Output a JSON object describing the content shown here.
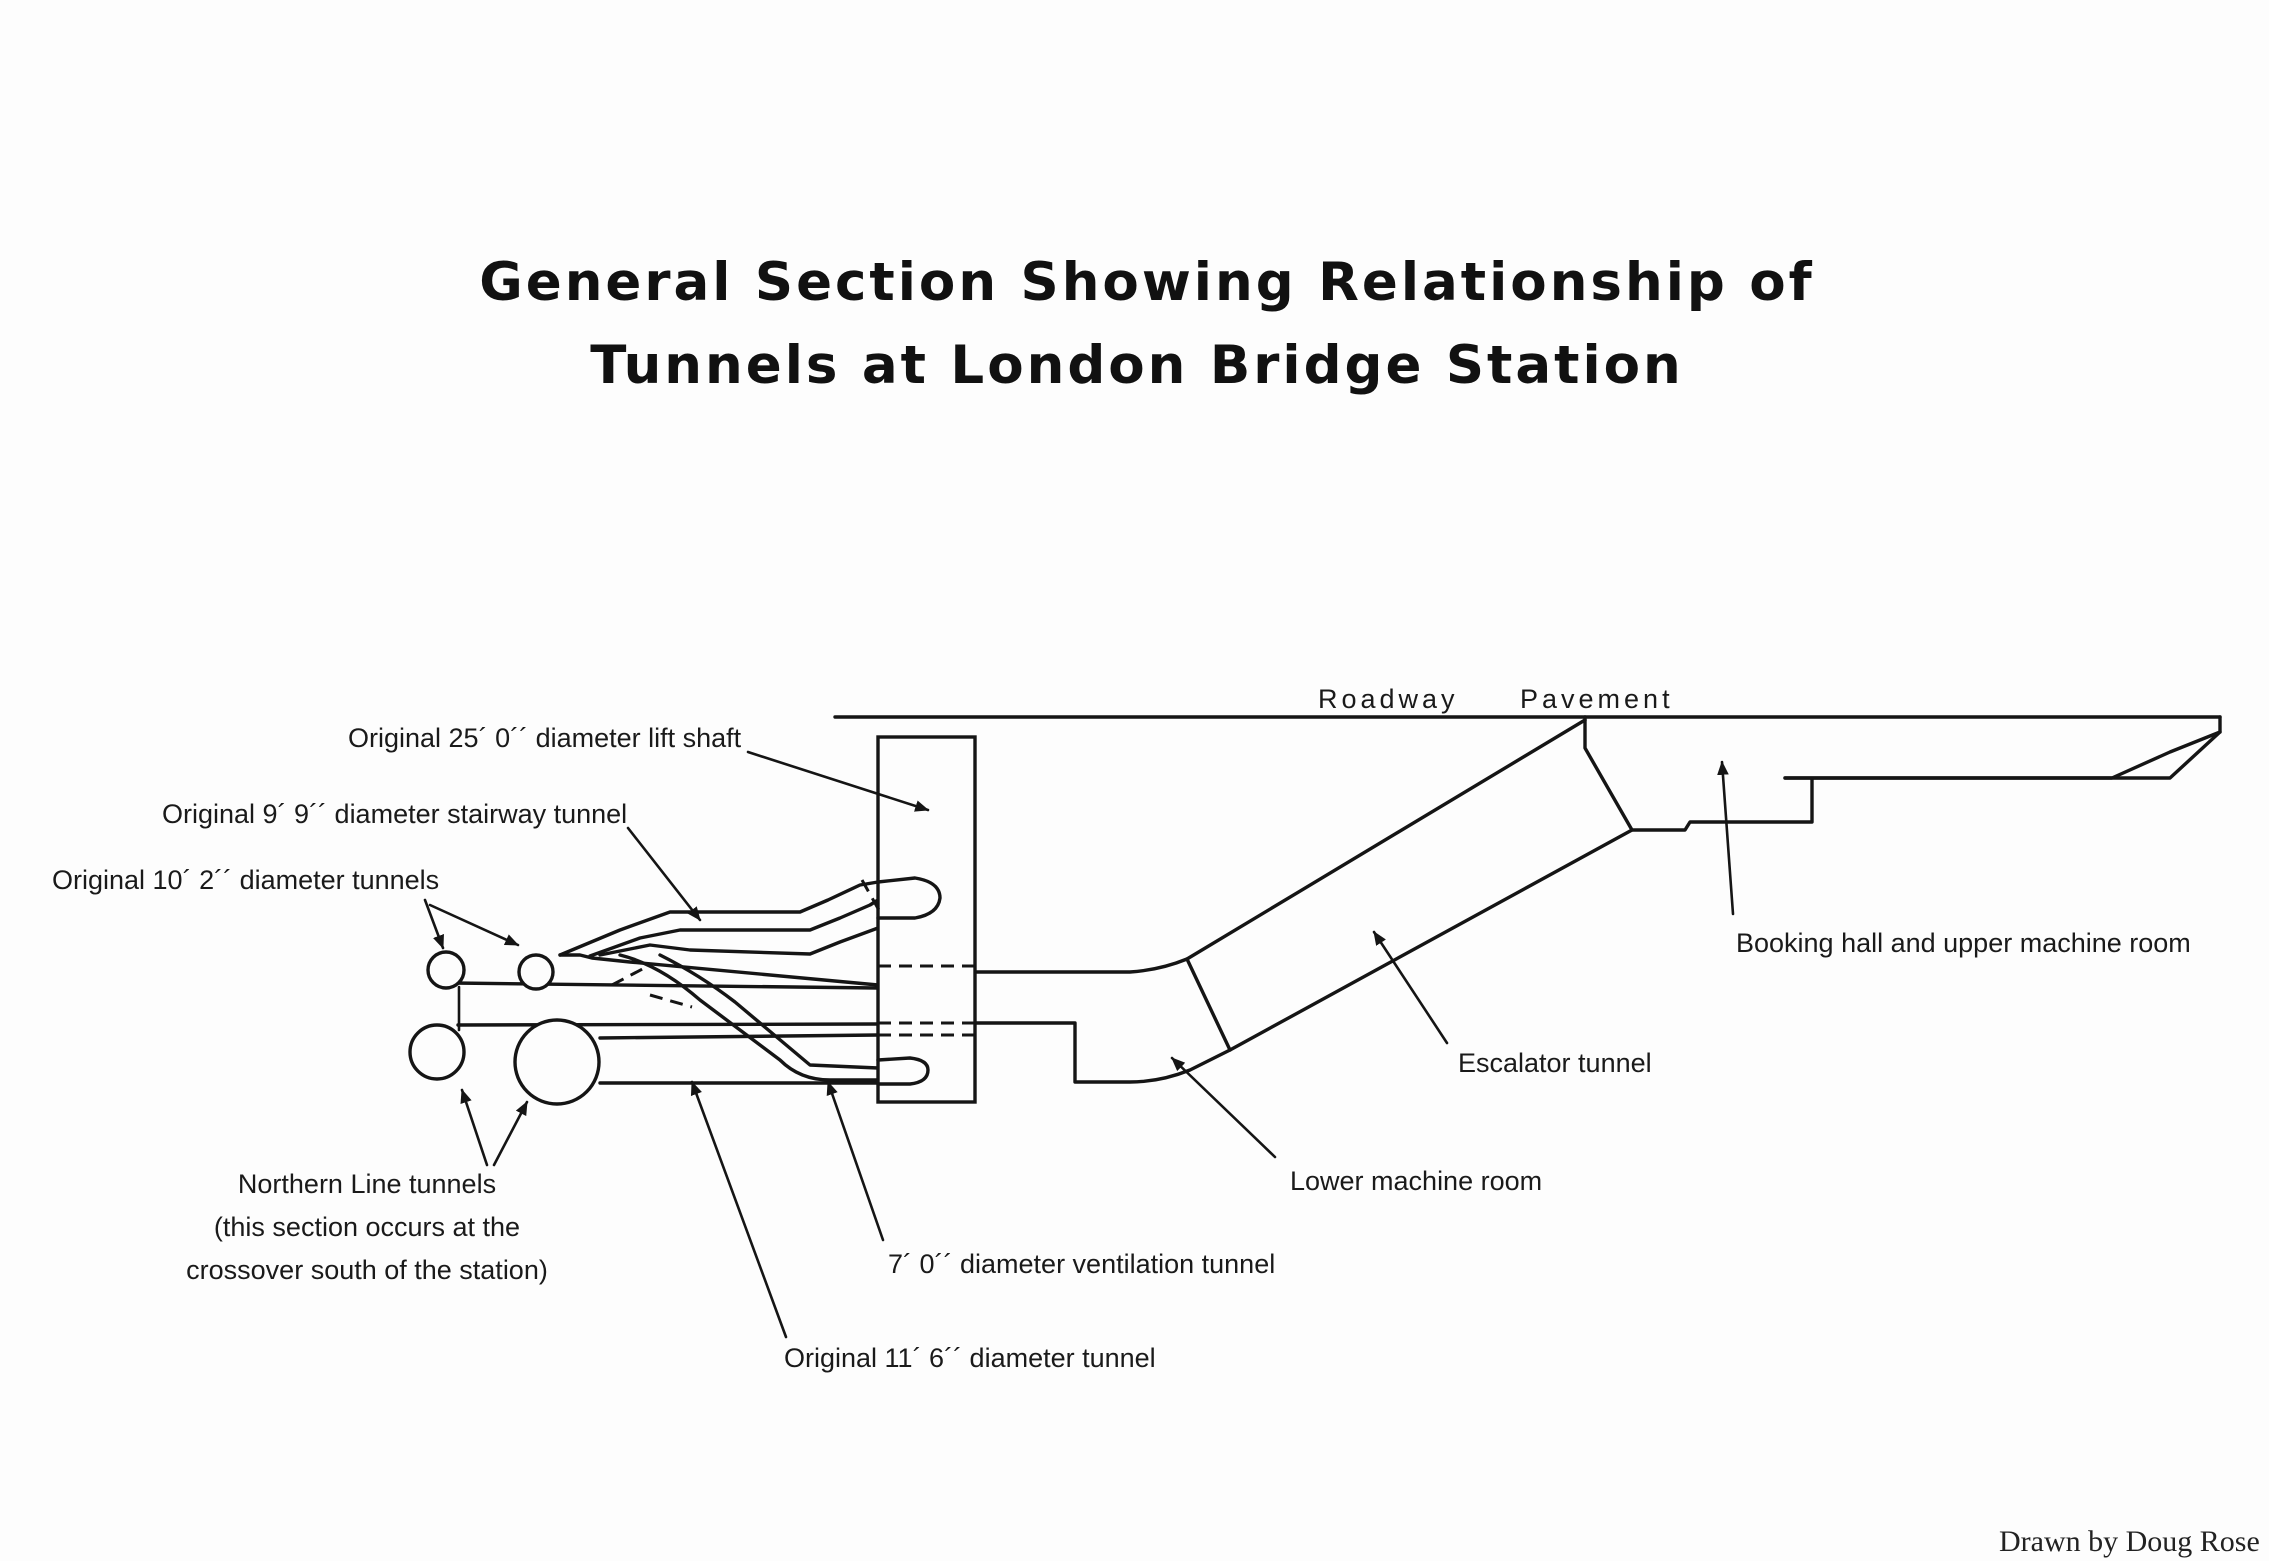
{
  "title": {
    "line1": "General Section Showing Relationship of",
    "line2": "Tunnels at London Bridge Station"
  },
  "labels": {
    "roadway": "Roadway",
    "pavement": "Pavement",
    "lift_shaft": "Original 25´ 0´´ diameter lift shaft",
    "stairway_tunnel": "Original 9´ 9´´ diameter stairway tunnel",
    "tunnels_10_2": "Original 10´ 2´´ diameter tunnels",
    "northern_line_1": "Northern Line tunnels",
    "northern_line_2": "(this section occurs at the",
    "northern_line_3": "crossover south of the station)",
    "ventilation_tunnel": "7´ 0´´ diameter ventilation tunnel",
    "tunnel_11_6": "Original 11´ 6´´ diameter tunnel",
    "lower_machine_room": "Lower machine room",
    "escalator_tunnel": "Escalator tunnel",
    "booking_hall": "Booking hall and upper machine room"
  },
  "credit": "Drawn by Doug Rose"
}
